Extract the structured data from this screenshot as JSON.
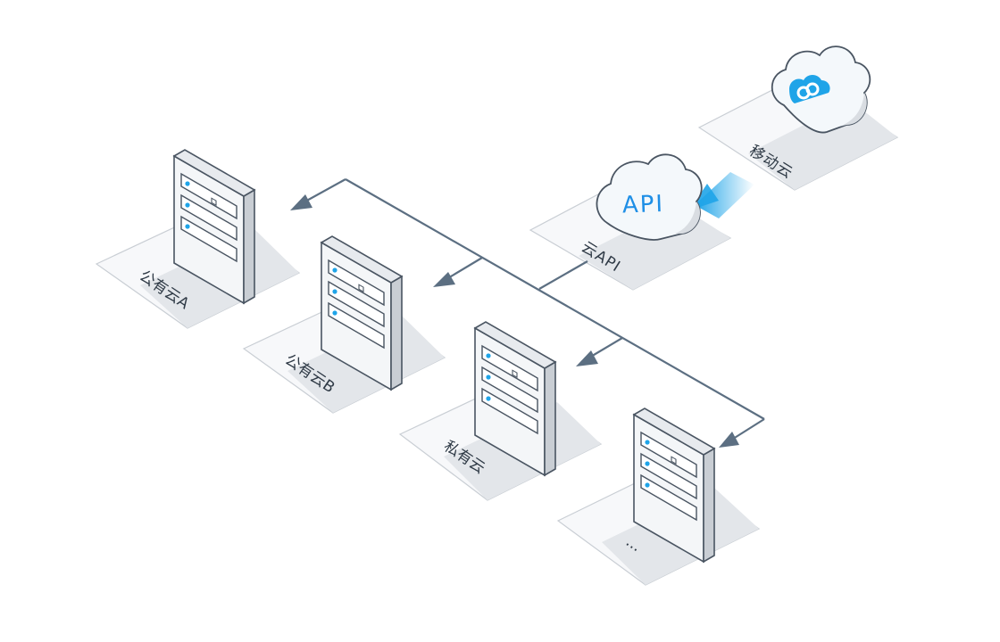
{
  "diagram": {
    "mobile_cloud": {
      "label": "移动云",
      "icon": "mobile-cloud-icon"
    },
    "cloud_api": {
      "label": "云API",
      "icon_text": "API"
    },
    "nodes": [
      {
        "id": "public-cloud-a",
        "label": "公有云A",
        "icon": "server-rack-icon"
      },
      {
        "id": "public-cloud-b",
        "label": "公有云B",
        "icon": "server-rack-icon"
      },
      {
        "id": "private-cloud",
        "label": "私有云",
        "icon": "server-rack-icon"
      },
      {
        "id": "more-cloud",
        "label": "...",
        "icon": "server-rack-icon"
      }
    ],
    "colors": {
      "line": "#5c6f82",
      "accent": "#1fa4e8",
      "pad_light": "#f7f8fa",
      "pad_dark": "#e3e6ea"
    }
  }
}
